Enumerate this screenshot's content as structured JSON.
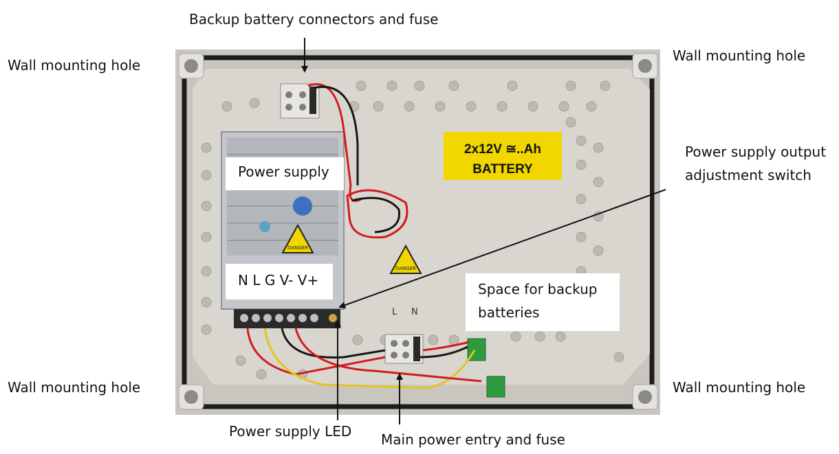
{
  "labels": {
    "battery_connectors": "Backup battery connectors and fuse",
    "wall_hole_tl": "Wall mounting hole",
    "wall_hole_tr": "Wall mounting hole",
    "wall_hole_bl": "Wall mounting hole",
    "wall_hole_br": "Wall mounting hole",
    "adjust_line1": "Power supply output",
    "adjust_line2": "adjustment switch",
    "power_supply": "Power supply",
    "terminals": "N L G V-  V+",
    "space_line1": "Space for backup",
    "space_line2": "batteries",
    "psu_led": "Power supply LED",
    "main_entry": "Main power entry and fuse"
  },
  "stickers": {
    "battery_line1": "2x12V ≅..Ah",
    "battery_line2": "BATTERY",
    "danger": "DANGER"
  },
  "terminal_marks": {
    "left": "L",
    "right": "N"
  },
  "colors": {
    "enclosure": "#c9c6c0",
    "enclosure_inner": "#d9d6d0",
    "gasket": "#1d1d1d",
    "sticker_yellow": "#f2d600",
    "wire_red": "#d31b1b",
    "wire_black": "#161616",
    "wire_yellow": "#e3c51b",
    "terminal_green": "#2e9b3e",
    "psu_metal": "#c3c6ca"
  }
}
